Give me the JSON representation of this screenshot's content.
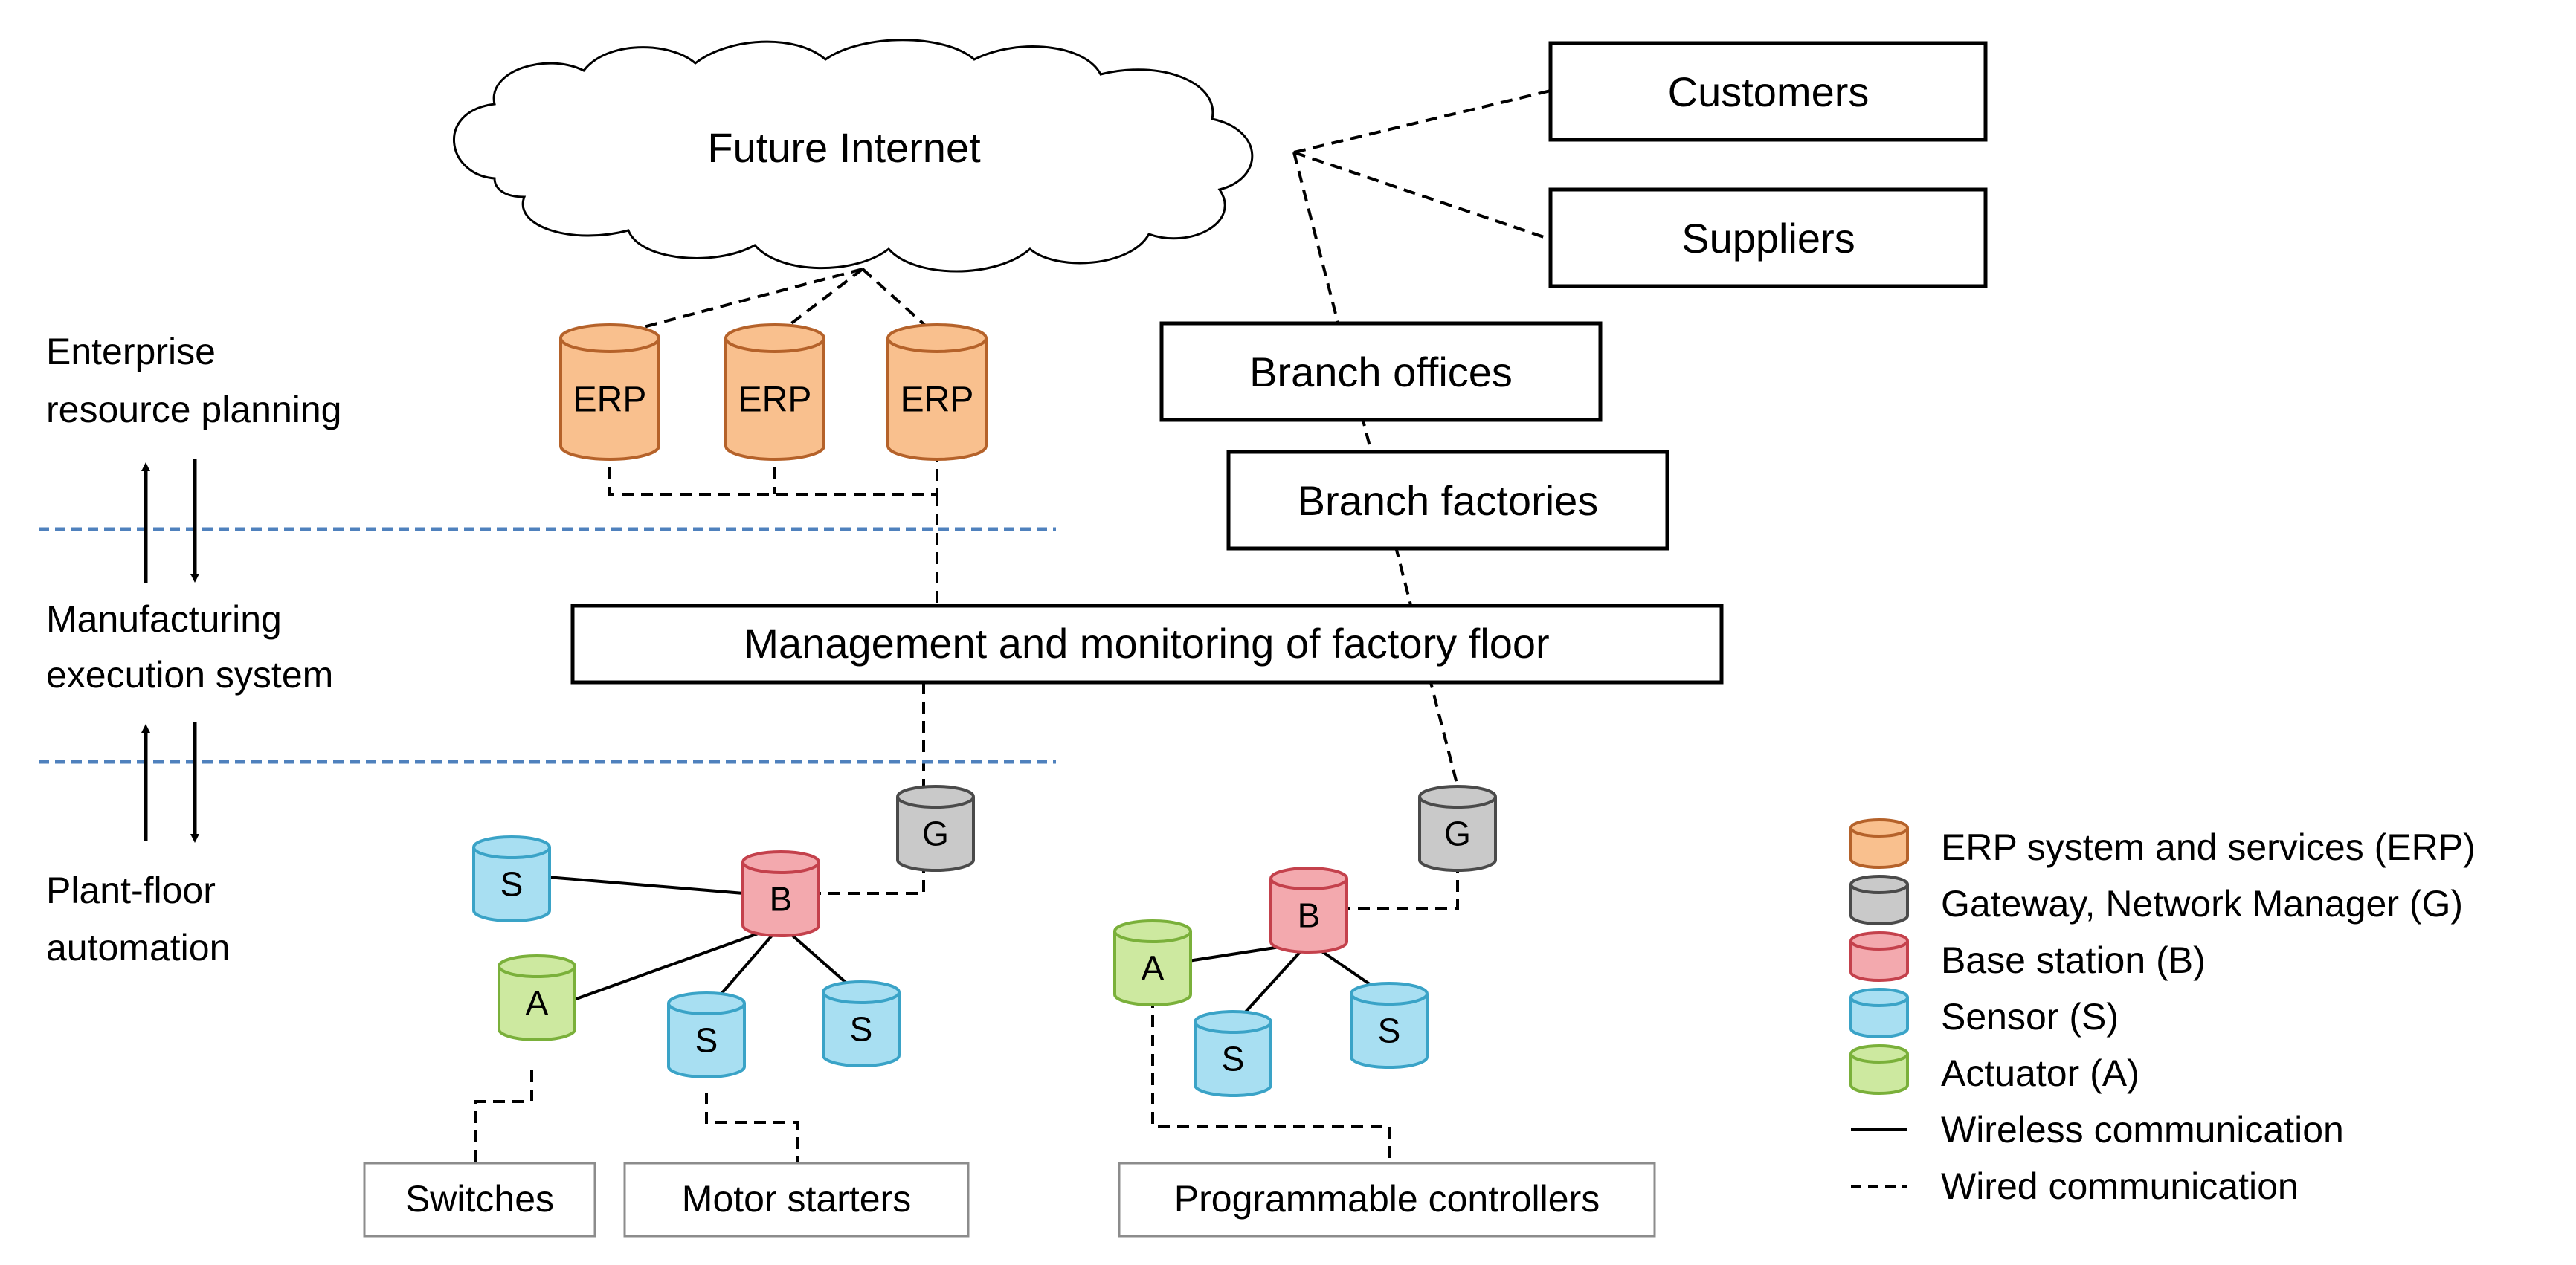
{
  "cloud": {
    "label": "Future Internet"
  },
  "external": {
    "customers": "Customers",
    "suppliers": "Suppliers"
  },
  "branches": {
    "offices": "Branch offices",
    "factories": "Branch factories"
  },
  "erp_nodes": [
    "ERP",
    "ERP",
    "ERP"
  ],
  "layers": {
    "erp": [
      "Enterprise",
      "resource planning"
    ],
    "mes": [
      "Manufacturing",
      "execution system"
    ],
    "plant": [
      "Plant-floor",
      "automation"
    ]
  },
  "management": "Management and monitoring of factory floor",
  "left_cell": {
    "gateway": "G",
    "base": "B",
    "sensor_left": "S",
    "actuator": "A",
    "sensor_mid": "S",
    "sensor_right": "S"
  },
  "right_cell": {
    "gateway": "G",
    "base": "B",
    "actuator": "A",
    "sensor_left": "S",
    "sensor_right": "S"
  },
  "devices": {
    "switches": "Switches",
    "motor_starters": "Motor starters",
    "controllers": "Programmable controllers"
  },
  "legend": [
    {
      "key": "erp",
      "label": "ERP system and services (ERP)"
    },
    {
      "key": "gateway",
      "label": "Gateway, Network Manager (G)"
    },
    {
      "key": "base",
      "label": "Base station (B)"
    },
    {
      "key": "sensor",
      "label": "Sensor (S)"
    },
    {
      "key": "actuator",
      "label": "Actuator (A)"
    },
    {
      "key": "wireless",
      "label": "Wireless communication"
    },
    {
      "key": "wired",
      "label": "Wired communication"
    }
  ],
  "colors": {
    "erp": "#f9c08e",
    "erp_stroke": "#b5622a",
    "gateway": "#c9c9c9",
    "gateway_stroke": "#4a4a4a",
    "base": "#f3a9ae",
    "base_stroke": "#c4414c",
    "sensor": "#a8dff2",
    "sensor_stroke": "#3aa3c7",
    "actuator": "#cde9a0",
    "actuator_stroke": "#7ab03a",
    "layer_divider": "#4f81bd"
  }
}
